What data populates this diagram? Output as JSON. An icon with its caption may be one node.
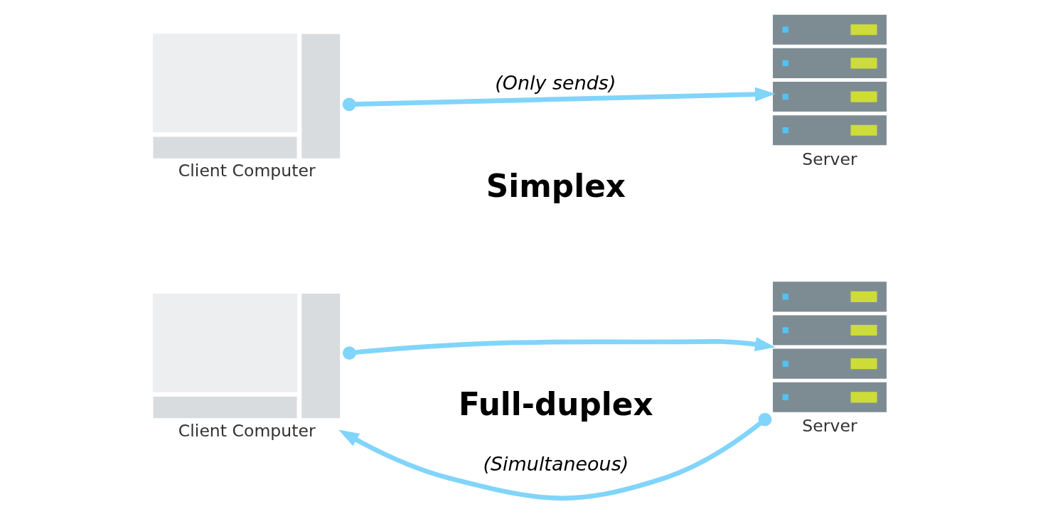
{
  "diagram": {
    "nodes": [
      {
        "text": [
          "Client Computer"
        ]
      },
      {
        "text": [
          "Server"
        ]
      },
      {
        "text": [
          "Client Computer"
        ]
      },
      {
        "text": [
          "Server"
        ]
      }
    ],
    "edges": [
      {
        "from": 0,
        "to": 1,
        "arrow": "to",
        "label": "(Only sends)"
      },
      {
        "from": 2,
        "to": 3,
        "arrow": "to"
      },
      {
        "from": 3,
        "to": 2,
        "arrow": "to",
        "label": "(Simultaneous)"
      }
    ],
    "labels": [
      "Simplex",
      "Full-duplex"
    ]
  }
}
